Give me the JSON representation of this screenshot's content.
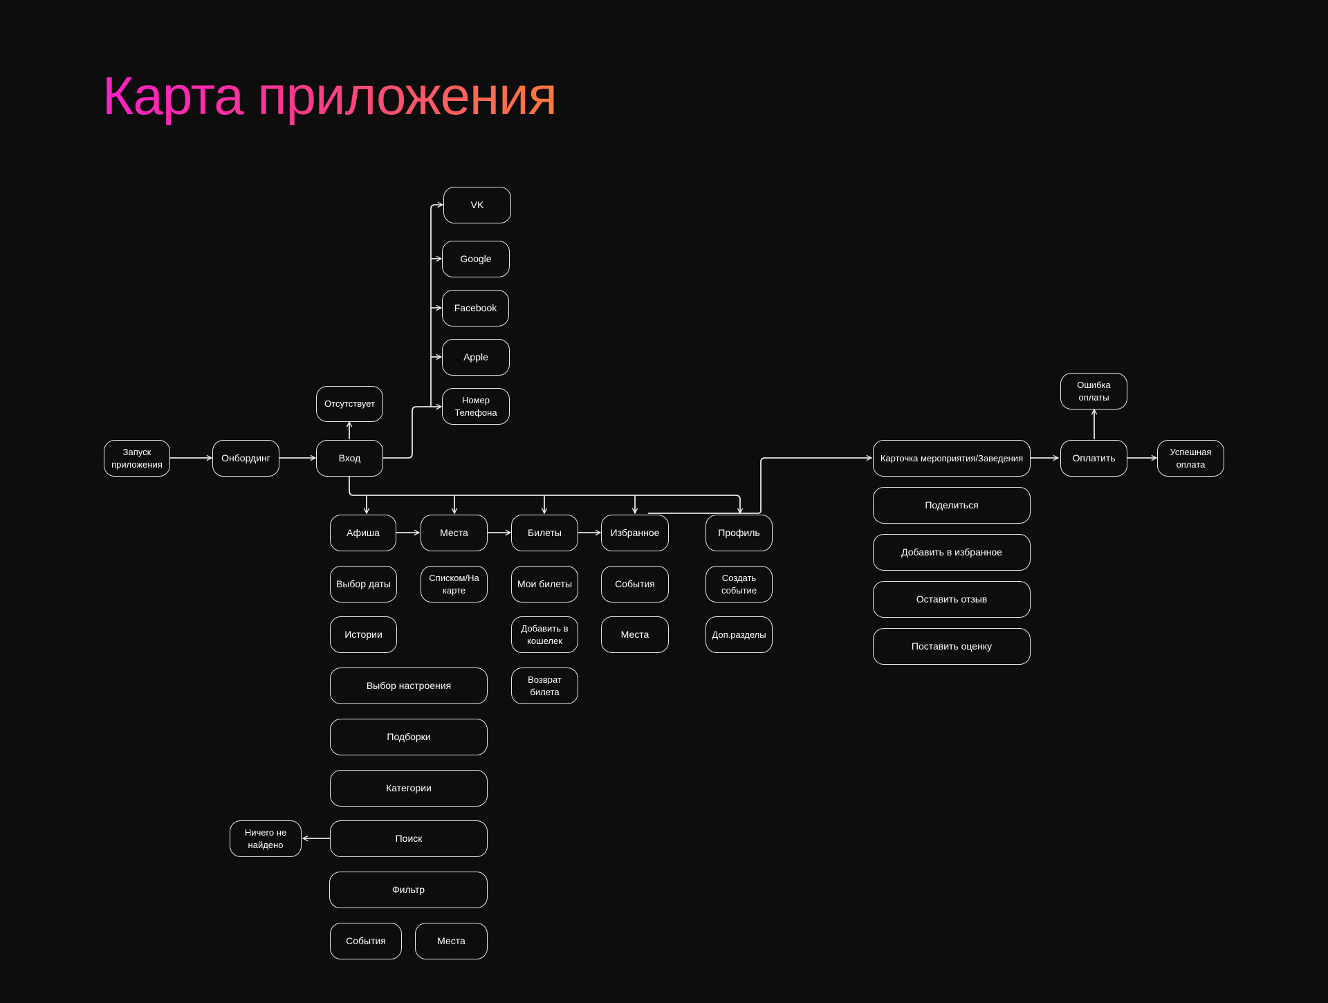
{
  "title": "Карта приложения",
  "colors": {
    "background": "#0d0d0d",
    "line": "#e8e8e8",
    "gradient_start": "#ff1fc8",
    "gradient_end": "#ff7a3a"
  },
  "nodes": {
    "launch": "Запуск\nприложения",
    "onboarding": "Онбординг",
    "login": "Вход",
    "absent": "Отсутствует",
    "vk": "VK",
    "google": "Google",
    "facebook": "Facebook",
    "apple": "Apple",
    "phone": "Номер\nТелефона",
    "afisha": "Афиша",
    "places": "Места",
    "tickets": "Билеты",
    "favorites": "Избранное",
    "profile": "Профиль",
    "date_select": "Выбор даты",
    "stories": "Истории",
    "mood_select": "Выбор настроения",
    "collections": "Подборки",
    "categories": "Категории",
    "search": "Поиск",
    "nothing_found": "Ничего не\nнайдено",
    "filter": "Фильтр",
    "filter_events": "События",
    "filter_places": "Места",
    "list_map": "Списком/На\nкарте",
    "my_tickets": "Мои билеты",
    "add_wallet": "Добавить в\nкошелек",
    "ticket_return": "Возврат\nбилета",
    "fav_events": "События",
    "fav_places": "Места",
    "create_event": "Создать\nсобытие",
    "extra_sections": "Доп.разделы",
    "event_card": "Карточка мероприятия/Заведения",
    "share": "Поделиться",
    "add_favorites": "Добавить в избранное",
    "leave_review": "Оставить отзыв",
    "rate": "Поставить оценку",
    "pay": "Оплатить",
    "pay_error": "Ошибка\nоплаты",
    "pay_success": "Успешная\nоплата"
  }
}
